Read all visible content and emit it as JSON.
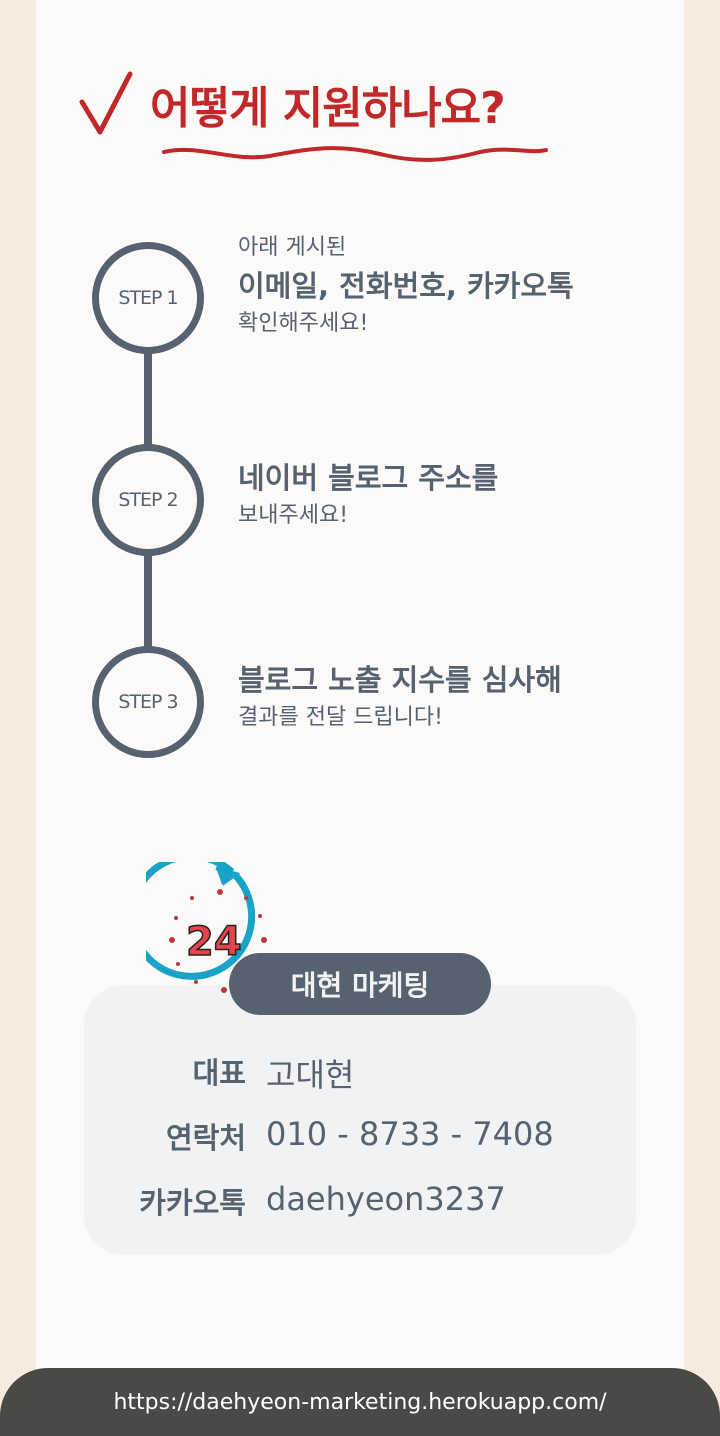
{
  "header": {
    "title": "어떻게 지원하나요?"
  },
  "steps": [
    {
      "badge": "STEP 1",
      "lines": [
        {
          "text": "아래 게시된",
          "style": "small"
        },
        {
          "text": "이메일, 전화번호, 카카오톡",
          "style": "big"
        },
        {
          "text": "확인해주세요!",
          "style": "small"
        }
      ]
    },
    {
      "badge": "STEP 2",
      "lines": [
        {
          "text": "네이버 블로그 주소를",
          "style": "big"
        },
        {
          "text": "보내주세요!",
          "style": "small"
        }
      ]
    },
    {
      "badge": "STEP 3",
      "lines": [
        {
          "text": "블로그 노출 지수를 심사해",
          "style": "big"
        },
        {
          "text": "결과를 전달 드립니다!",
          "style": "small"
        }
      ]
    }
  ],
  "contact": {
    "clock_number": "24",
    "brand": "대현 마케팅",
    "rows": [
      {
        "label": "대표",
        "value": "고대현"
      },
      {
        "label": "연락처",
        "value": "010 - 8733 - 7408"
      },
      {
        "label": "카카오톡",
        "value": "daehyeon3237"
      }
    ]
  },
  "footer": {
    "url": "https://daehyeon-marketing.herokuapp.com/"
  }
}
